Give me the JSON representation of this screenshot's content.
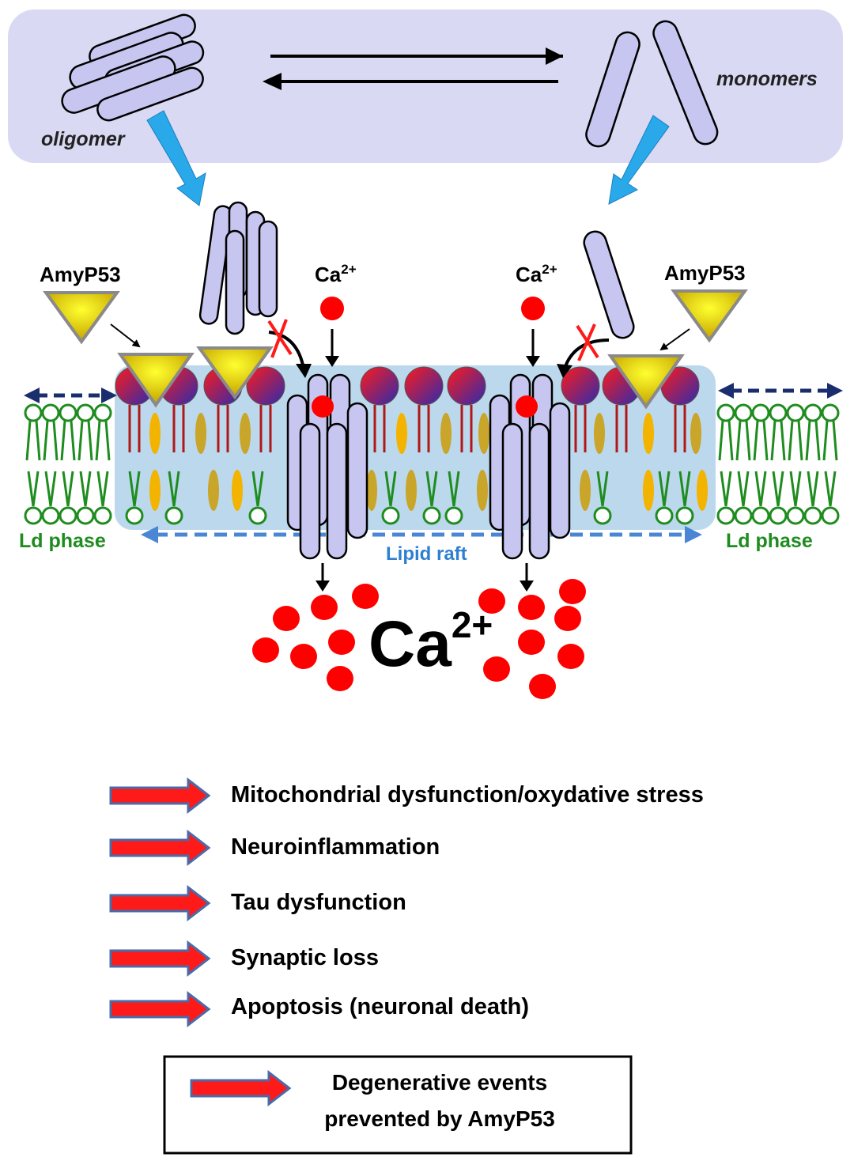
{
  "top_panel": {
    "oligomer_label": "oligomer",
    "monomers_label": "monomers"
  },
  "membrane": {
    "amyp53_left": "AmyP53",
    "amyp53_right": "AmyP53",
    "ca_left": "Ca",
    "ca_right": "Ca",
    "ca_superscript": "2+",
    "ld_phase_left": "Ld phase",
    "ld_phase_right": "Ld phase",
    "lipid_raft": "Lipid raft"
  },
  "influx": {
    "ca_big": "Ca",
    "ca_big_superscript": "2+"
  },
  "events": [
    "Mitochondrial dysfunction/oxydative stress",
    "Neuroinflammation",
    "Tau dysfunction",
    "Synaptic loss",
    "Apoptosis (neuronal death)"
  ],
  "legend": {
    "line1": "Degenerative events",
    "line2": "prevented by AmyP53"
  },
  "colors": {
    "panel": "#d9d9f3",
    "raft": "#bcd8ec",
    "cylinder": "#c6c6f0",
    "calcium": "#ff0000",
    "ld_green": "#1e8c1e",
    "raft_text": "#2e7fd0",
    "blue_arrow": "#2aa6e8",
    "event_arrow": "#ff1a1a"
  }
}
